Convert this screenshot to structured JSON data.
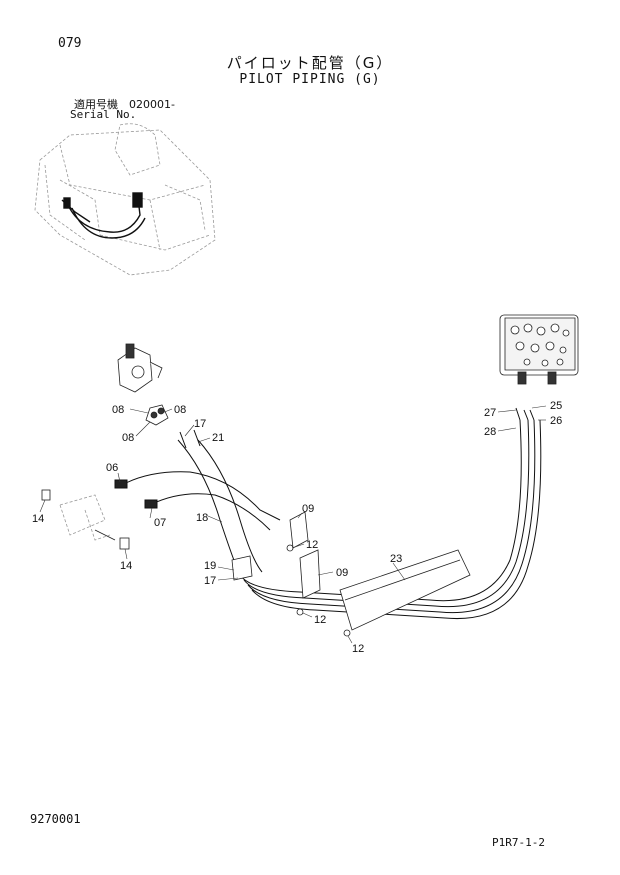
{
  "header": {
    "page_number": "079",
    "title_jp": "パイロット配管（G）",
    "title_en": "PILOT PIPING (G)",
    "serial_label_jp": "適用号機　020001-",
    "serial_label_en": "Serial No."
  },
  "footer": {
    "document_code": "9270001",
    "sheet_code": "P1R7-1-2"
  },
  "callouts": {
    "c08a": "08",
    "c08b": "08",
    "c08c": "08",
    "c17a": "17",
    "c21": "21",
    "c06": "06",
    "c14a": "14",
    "c07": "07",
    "c18": "18",
    "c14b": "14",
    "c09a": "09",
    "c12a": "12",
    "c19": "19",
    "c17b": "17",
    "c09b": "09",
    "c23": "23",
    "c12b": "12",
    "c12c": "12",
    "c27": "27",
    "c25": "25",
    "c26": "26",
    "c28": "28"
  }
}
